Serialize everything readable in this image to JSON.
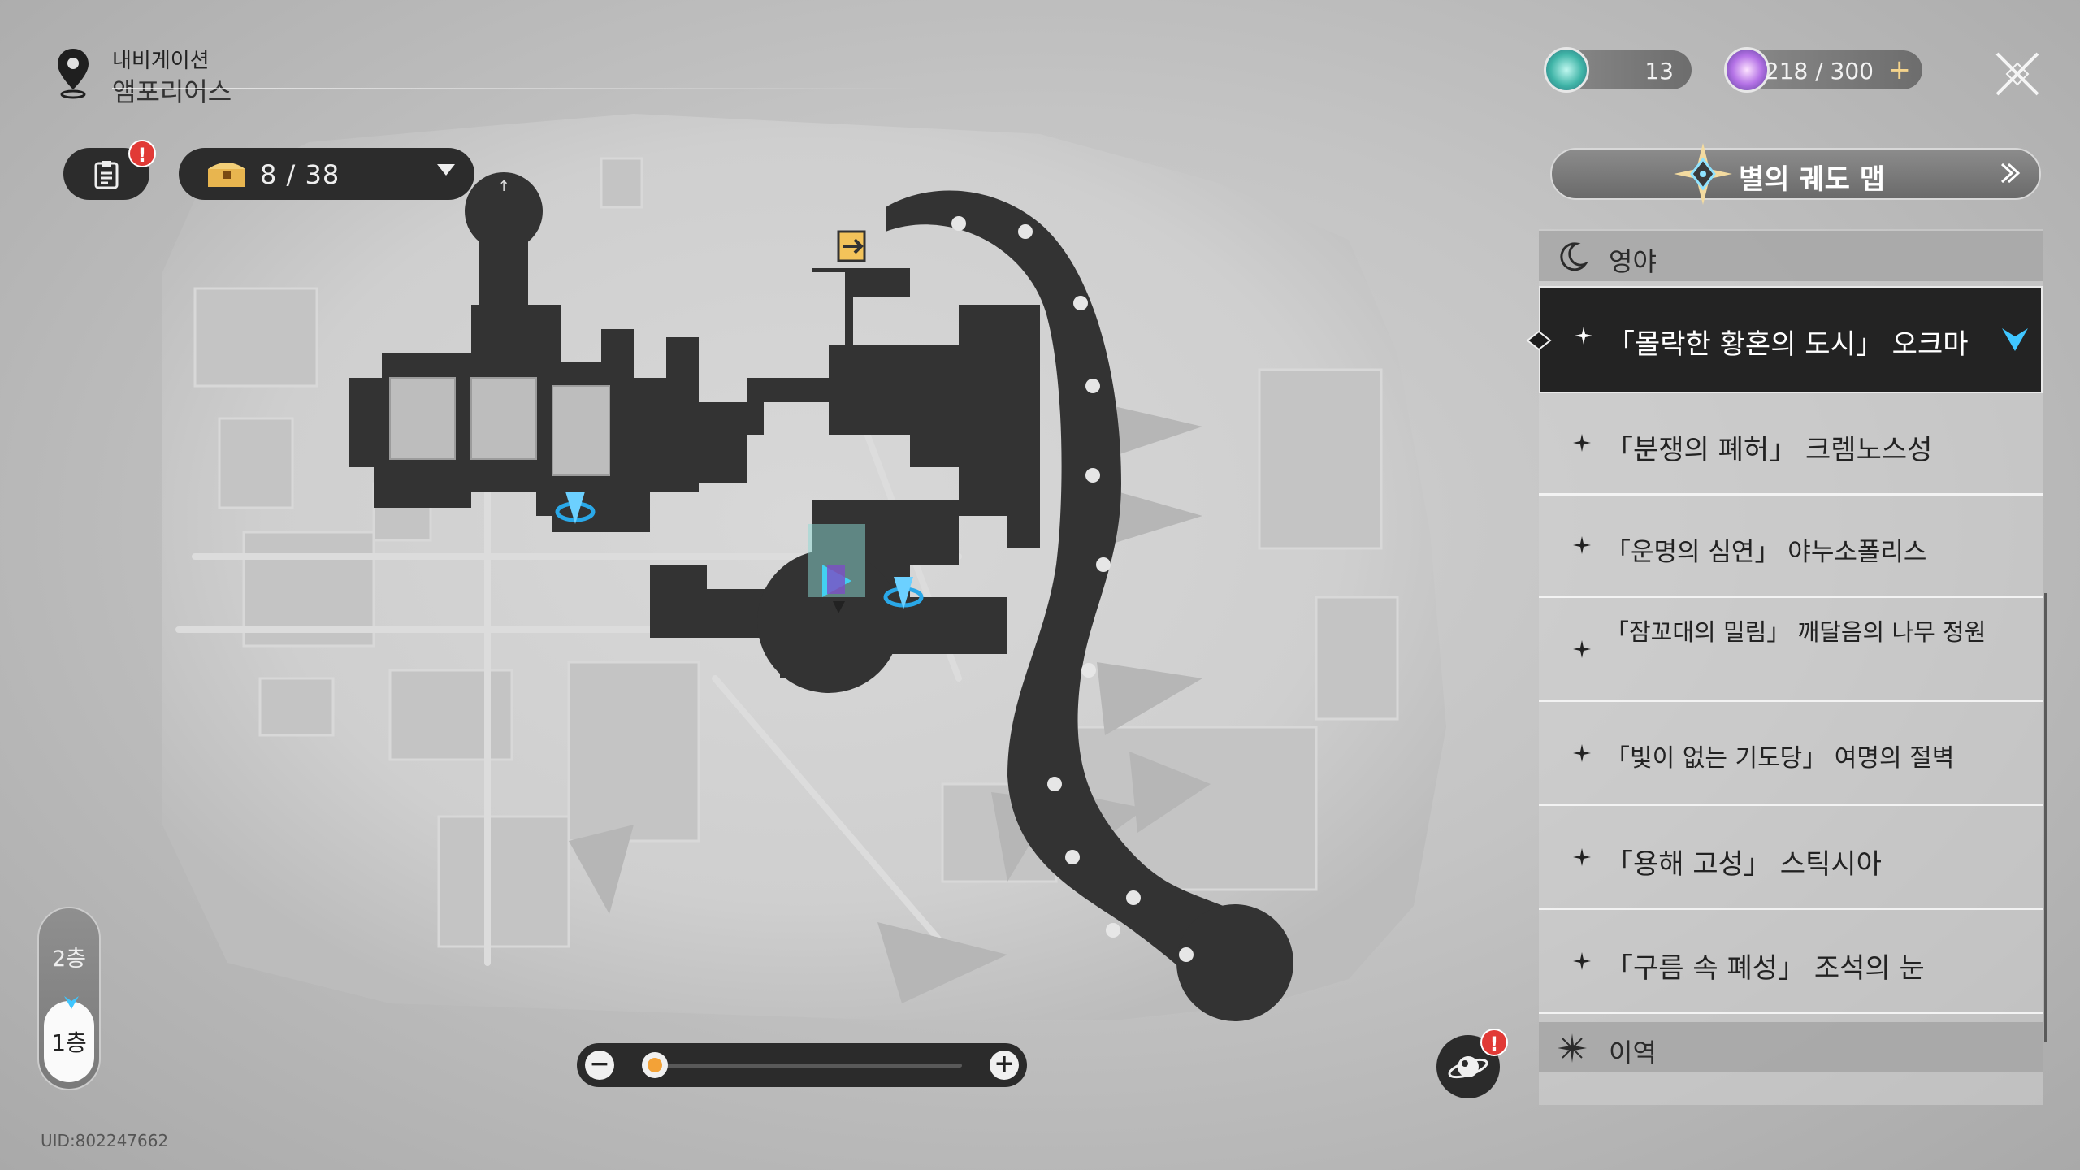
{
  "header": {
    "nav_label": "내비게이션",
    "area_name": "앰포리어스"
  },
  "currencies": [
    {
      "icon": "trailblaze-fuel-icon",
      "value": "13"
    },
    {
      "icon": "trailblaze-power-icon",
      "value": "218 / 300",
      "add": "+"
    }
  ],
  "chest_counter": {
    "icon": "treasure-chest-icon",
    "value": "8 / 38"
  },
  "star_rail_map": {
    "label": "별의 궤도 맵"
  },
  "regions": [
    {
      "name": "영야",
      "icon": "moon-icon"
    },
    {
      "name": "이역",
      "icon": "starburst-icon"
    }
  ],
  "locations": [
    {
      "label": "「몰락한 황혼의 도시」 오크마",
      "selected": true
    },
    {
      "label": "「분쟁의 폐허」 크렘노스성"
    },
    {
      "label": "「운명의 심연」 야누소폴리스"
    },
    {
      "label": "「잠꼬대의 밀림」 깨달음의 나무 정원"
    },
    {
      "label": "「빛이 없는 기도당」 여명의 절벽"
    },
    {
      "label": "「용해 고성」 스틱시아"
    },
    {
      "label": "「구름 속 폐성」 조석의 눈"
    }
  ],
  "floors": {
    "upper": "2층",
    "current": "1층"
  },
  "zoom": {
    "minus": "−",
    "plus": "+",
    "level": 0.0
  },
  "alerts": {
    "quest": "!",
    "planet": "!"
  },
  "uid": "UID:802247662",
  "colors": {
    "accent_blue": "#3fc6ff",
    "alert_red": "#e13a36",
    "gold": "#f3c35a"
  }
}
